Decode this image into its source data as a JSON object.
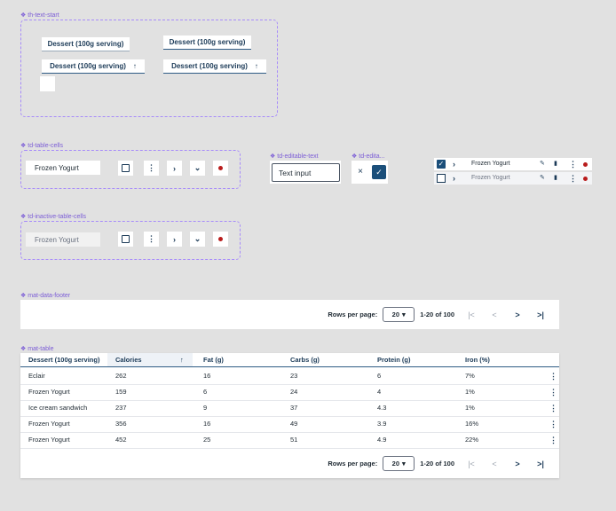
{
  "labels": {
    "th_text_start": "th-text-start",
    "td_table_cells": "td-table-cells",
    "td_editable_text": "td-editable-text",
    "td_edita": "td-edita...",
    "td_inactive_table_cells": "td-inactive-table-cells",
    "mat_data_footer": "mat-data-footer",
    "mat_table": "mat-table"
  },
  "th_text": {
    "header": "Dessert (100g serving)",
    "sort_arrow": "↑"
  },
  "td_cells": {
    "text": "Frozen Yogurt",
    "inactive_text": "Frozen Yogurt"
  },
  "editable": {
    "text_input": "Text input",
    "cancel": "×",
    "confirm": "✓"
  },
  "mini_rows": [
    {
      "label": "Frozen Yogurt",
      "checked": true
    },
    {
      "label": "Frozen Yogurt",
      "checked": false
    }
  ],
  "footer": {
    "rows_per_page_label": "Rows per page:",
    "rows_per_page_value": "20",
    "range": "1-20 of 100",
    "first": "|<",
    "prev": "<",
    "next": ">",
    "last": ">|"
  },
  "table": {
    "columns": [
      "Dessert (100g serving)",
      "Calories",
      "Fat (g)",
      "Carbs (g)",
      "Protein (g)",
      "Iron (%)"
    ],
    "sort_arrow": "↑",
    "rows": [
      [
        "Eclair",
        "262",
        "16",
        "23",
        "6",
        "7%"
      ],
      [
        "Frozen Yogurt",
        "159",
        "6",
        "24",
        "4",
        "1%"
      ],
      [
        "Ice cream sandwich",
        "237",
        "9",
        "37",
        "4.3",
        "1%"
      ],
      [
        "Frozen Yogurt",
        "356",
        "16",
        "49",
        "3.9",
        "16%"
      ],
      [
        "Frozen Yogurt",
        "452",
        "25",
        "51",
        "4.9",
        "22%"
      ]
    ]
  },
  "colors": {
    "accent": "#1b3a57",
    "dashed": "#a78bfa",
    "label": "#7b5cd6",
    "red_dot": "#b91c1c",
    "background": "#e1e1e1"
  }
}
